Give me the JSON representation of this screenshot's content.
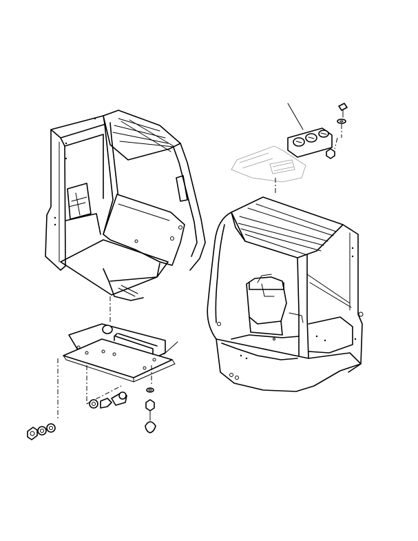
{
  "figure": {
    "type": "exploded-parts-diagram",
    "background": "#ffffff",
    "line_color": "#000000",
    "components": [
      "cab-frame-left",
      "floor-plate-assembly",
      "cab-frame-right",
      "overhead-control-panel",
      "fastener-set"
    ]
  }
}
